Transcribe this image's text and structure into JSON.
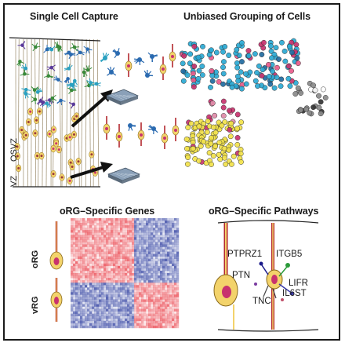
{
  "panels": {
    "capture_title": "Single Cell Capture",
    "grouping_title": "Unbiased Grouping of Cells",
    "genes_title": "oRG–Specific Genes",
    "pathways_title": "oRG–Specific Pathways"
  },
  "zones": {
    "vz": "VZ",
    "osvz": "OSVZ"
  },
  "cell_types": {
    "org": "oRG",
    "vrg": "vRG"
  },
  "genes": {
    "ptprz1": "PTPRZ1",
    "itgb5": "ITGB5",
    "ptn": "PTN",
    "lifr": "LIFR",
    "tnc": "TNC",
    "il6st": "IL6ST"
  },
  "colors": {
    "cyan": "#2aa9d4",
    "yellow": "#f2e24a",
    "magenta": "#c8326e",
    "grey": "#8a8a8a",
    "heat_red": "#e8323c",
    "heat_blue": "#2f3fa0",
    "cell_body": "#f3d36b",
    "fiber_red": "#b3282e"
  }
}
